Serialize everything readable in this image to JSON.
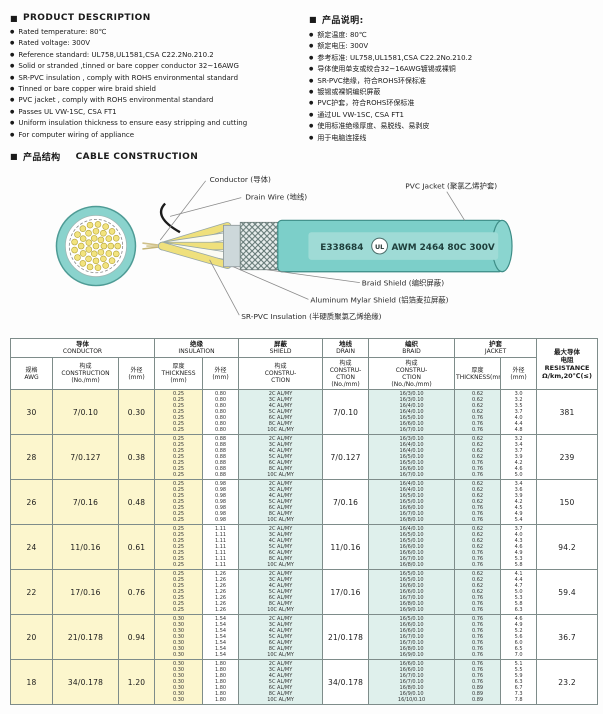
{
  "icons": {
    "section_marker": "■",
    "bullet": "●",
    "ul_logo": "UL"
  },
  "header": {
    "en_title": "PRODUCT DESCRIPTION",
    "cn_title": "产品说明:",
    "en_items": [
      "Rated temperature: 80℃",
      "Rated voltage: 300V",
      "Reference standard: UL758,UL1581,CSA C22.2No.210.2",
      "Solid or stranded ,tinned or bare copper conductor 32~16AWG",
      "SR-PVC insulation , comply with ROHS environmental standard",
      "Tinned or bare copper wire braid shield",
      "PVC jacket , comply with ROHS environmental standard",
      "Passes UL VW-1SC, CSA FT1",
      "Uniform insulation thickness to ensure easy stripping and cutting",
      "For computer wiring of appliance"
    ],
    "cn_items": [
      "额定温度: 80℃",
      "额定电压: 300V",
      "参考标准: UL758,UL1581,CSA C22.2No.210.2",
      "导体使用单支或绞合32~16AWG镀锡或裸铜",
      "SR-PVC绝缘，符合ROHS环保标准",
      "镀锡或裸铜编织屏蔽",
      "PVC护套，符合ROHS环保标准",
      "通过UL VW-1SC, CSA FT1",
      "使用标准绝缘厚度、易脱线、易剥皮",
      "用于电脑连接线"
    ]
  },
  "construction": {
    "section_cn": "产品结构",
    "section_en": "CABLE CONSTRUCTION",
    "labels": {
      "conductor": "Conductor (导体)",
      "drain_wire": "Drain Wire (地线)",
      "pvc_jacket": "PVC Jacket (聚氯乙烯护套)",
      "braid_shield": "Braid Shield (编织屏蔽)",
      "mylar_shield": "Aluminum Mylar Shield (铝箔麦拉屏蔽)",
      "insulation": "SR-PVC Insulation (半硬质聚氯乙烯绝缘)"
    },
    "print": {
      "left": "E338684",
      "ul": "UL",
      "right": "AWM 2464 80C 300V"
    }
  },
  "table": {
    "groups": [
      {
        "cn": "导体",
        "en": "CONDUCTOR"
      },
      {
        "cn": "绝缘",
        "en": "INSULATION"
      },
      {
        "cn": "屏蔽",
        "en": "SHIELD"
      },
      {
        "cn": "地线",
        "en": "DRAIN"
      },
      {
        "cn": "编织",
        "en": "BRAID"
      },
      {
        "cn": "护套",
        "en": "JACKET"
      }
    ],
    "resistance_header": "最大导体\n电阻\nRESISTANCE\nΩ/km,20℃(≤)",
    "sub_headers": [
      "规格\nAWG",
      "构成\nCONSTRUCTION\n(No./mm)",
      "外径\n(mm)",
      "厚度\nTHICKNESS\n(mm)",
      "外径\n(mm)",
      "构成\nCONSTRU-\nCTION",
      "构成\nCONSTRU-\nCTION\n(No./mm)",
      "构成\nCONSTRU-\nCTION\n(No./No./mm)",
      "厚度\nTHICKNESS(mm)",
      "外径\n(mm)"
    ],
    "rows": [
      {
        "awg": "30",
        "conductor": "7/0.10",
        "cond_od": "0.30",
        "ins_th": [
          "0.25",
          "0.25",
          "0.25",
          "0.25",
          "0.25",
          "0.25",
          "0.25"
        ],
        "ins_od": [
          "0.80",
          "0.80",
          "0.80",
          "0.80",
          "0.80",
          "0.80",
          "0.80"
        ],
        "shield": [
          "2C AL/MY",
          "3C AL/MY",
          "4C AL/MY",
          "5C AL/MY",
          "6C AL/MY",
          "8C AL/MY",
          "10C AL/MY"
        ],
        "drain": "7/0.10",
        "braid": [
          "16/3/0.10",
          "16/3/0.10",
          "16/4/0.10",
          "16/4/0.10",
          "16/5/0.10",
          "16/6/0.10",
          "16/7/0.10"
        ],
        "jk_th": [
          "0.62",
          "0.62",
          "0.62",
          "0.62",
          "0.76",
          "0.76",
          "0.76"
        ],
        "jk_od": [
          "3.0",
          "3.2",
          "3.5",
          "3.7",
          "4.0",
          "4.4",
          "4.8"
        ],
        "res": "381"
      },
      {
        "awg": "28",
        "conductor": "7/0.127",
        "cond_od": "0.38",
        "ins_th": [
          "0.25",
          "0.25",
          "0.25",
          "0.25",
          "0.25",
          "0.25",
          "0.25"
        ],
        "ins_od": [
          "0.88",
          "0.88",
          "0.88",
          "0.88",
          "0.88",
          "0.88",
          "0.88"
        ],
        "shield": [
          "2C AL/MY",
          "3C AL/MY",
          "4C AL/MY",
          "5C AL/MY",
          "6C AL/MY",
          "8C AL/MY",
          "10C AL/MY"
        ],
        "drain": "7/0.127",
        "braid": [
          "16/3/0.10",
          "16/4/0.10",
          "16/4/0.10",
          "16/5/0.10",
          "16/5/0.10",
          "16/6/0.10",
          "16/7/0.10"
        ],
        "jk_th": [
          "0.62",
          "0.62",
          "0.62",
          "0.62",
          "0.76",
          "0.76",
          "0.76"
        ],
        "jk_od": [
          "3.2",
          "3.4",
          "3.7",
          "3.9",
          "4.2",
          "4.6",
          "5.0"
        ],
        "res": "239"
      },
      {
        "awg": "26",
        "conductor": "7/0.16",
        "cond_od": "0.48",
        "ins_th": [
          "0.25",
          "0.25",
          "0.25",
          "0.25",
          "0.25",
          "0.25",
          "0.25"
        ],
        "ins_od": [
          "0.98",
          "0.98",
          "0.98",
          "0.98",
          "0.98",
          "0.98",
          "0.98"
        ],
        "shield": [
          "2C AL/MY",
          "3C AL/MY",
          "4C AL/MY",
          "5C AL/MY",
          "6C AL/MY",
          "8C AL/MY",
          "10C AL/MY"
        ],
        "drain": "7/0.16",
        "braid": [
          "16/4/0.10",
          "16/4/0.10",
          "16/5/0.10",
          "16/5/0.10",
          "16/6/0.10",
          "16/7/0.10",
          "16/8/0.10"
        ],
        "jk_th": [
          "0.62",
          "0.62",
          "0.62",
          "0.62",
          "0.76",
          "0.76",
          "0.76"
        ],
        "jk_od": [
          "3.4",
          "3.6",
          "3.9",
          "4.2",
          "4.5",
          "4.9",
          "5.4"
        ],
        "res": "150"
      },
      {
        "awg": "24",
        "conductor": "11/0.16",
        "cond_od": "0.61",
        "ins_th": [
          "0.25",
          "0.25",
          "0.25",
          "0.25",
          "0.25",
          "0.25",
          "0.25"
        ],
        "ins_od": [
          "1.11",
          "1.11",
          "1.11",
          "1.11",
          "1.11",
          "1.11",
          "1.11"
        ],
        "shield": [
          "2C AL/MY",
          "3C AL/MY",
          "4C AL/MY",
          "5C AL/MY",
          "6C AL/MY",
          "8C AL/MY",
          "10C AL/MY"
        ],
        "drain": "11/0.16",
        "braid": [
          "16/4/0.10",
          "16/5/0.10",
          "16/5/0.10",
          "16/6/0.10",
          "16/6/0.10",
          "16/7/0.10",
          "16/8/0.10"
        ],
        "jk_th": [
          "0.62",
          "0.62",
          "0.62",
          "0.62",
          "0.76",
          "0.76",
          "0.76"
        ],
        "jk_od": [
          "3.7",
          "4.0",
          "4.3",
          "4.6",
          "4.9",
          "5.3",
          "5.8"
        ],
        "res": "94.2"
      },
      {
        "awg": "22",
        "conductor": "17/0.16",
        "cond_od": "0.76",
        "ins_th": [
          "0.25",
          "0.25",
          "0.25",
          "0.25",
          "0.25",
          "0.25",
          "0.25"
        ],
        "ins_od": [
          "1.26",
          "1.26",
          "1.26",
          "1.26",
          "1.26",
          "1.26",
          "1.26"
        ],
        "shield": [
          "2C AL/MY",
          "3C AL/MY",
          "4C AL/MY",
          "5C AL/MY",
          "6C AL/MY",
          "8C AL/MY",
          "10C AL/MY"
        ],
        "drain": "17/0.16",
        "braid": [
          "16/5/0.10",
          "16/5/0.10",
          "16/6/0.10",
          "16/6/0.10",
          "16/7/0.10",
          "16/8/0.10",
          "16/9/0.10"
        ],
        "jk_th": [
          "0.62",
          "0.62",
          "0.62",
          "0.62",
          "0.76",
          "0.76",
          "0.76"
        ],
        "jk_od": [
          "4.1",
          "4.4",
          "4.7",
          "5.0",
          "5.3",
          "5.8",
          "6.3"
        ],
        "res": "59.4"
      },
      {
        "awg": "20",
        "conductor": "21/0.178",
        "cond_od": "0.94",
        "ins_th": [
          "0.30",
          "0.30",
          "0.30",
          "0.30",
          "0.30",
          "0.30",
          "0.30"
        ],
        "ins_od": [
          "1.54",
          "1.54",
          "1.54",
          "1.54",
          "1.54",
          "1.54",
          "1.54"
        ],
        "shield": [
          "2C AL/MY",
          "3C AL/MY",
          "4C AL/MY",
          "5C AL/MY",
          "6C AL/MY",
          "8C AL/MY",
          "10C AL/MY"
        ],
        "drain": "21/0.178",
        "braid": [
          "16/5/0.10",
          "16/6/0.10",
          "16/6/0.10",
          "16/7/0.10",
          "16/7/0.10",
          "16/8/0.10",
          "16/9/0.10"
        ],
        "jk_th": [
          "0.76",
          "0.76",
          "0.76",
          "0.76",
          "0.76",
          "0.76",
          "0.76"
        ],
        "jk_od": [
          "4.6",
          "4.9",
          "5.2",
          "5.6",
          "6.0",
          "6.5",
          "7.0"
        ],
        "res": "36.7"
      },
      {
        "awg": "18",
        "conductor": "34/0.178",
        "cond_od": "1.20",
        "ins_th": [
          "0.30",
          "0.30",
          "0.30",
          "0.30",
          "0.30",
          "0.30",
          "0.30"
        ],
        "ins_od": [
          "1.80",
          "1.80",
          "1.80",
          "1.80",
          "1.80",
          "1.80",
          "1.80"
        ],
        "shield": [
          "2C AL/MY",
          "3C AL/MY",
          "4C AL/MY",
          "5C AL/MY",
          "6C AL/MY",
          "8C AL/MY",
          "10C AL/MY"
        ],
        "drain": "34/0.178",
        "braid": [
          "16/6/0.10",
          "16/6/0.10",
          "16/7/0.10",
          "16/7/0.10",
          "16/8/0.10",
          "16/9/0.10",
          "16/10/0.10"
        ],
        "jk_th": [
          "0.76",
          "0.76",
          "0.76",
          "0.76",
          "0.89",
          "0.89",
          "0.89"
        ],
        "jk_od": [
          "5.1",
          "5.5",
          "5.9",
          "6.3",
          "6.7",
          "7.3",
          "7.8"
        ],
        "res": "23.2"
      }
    ]
  }
}
